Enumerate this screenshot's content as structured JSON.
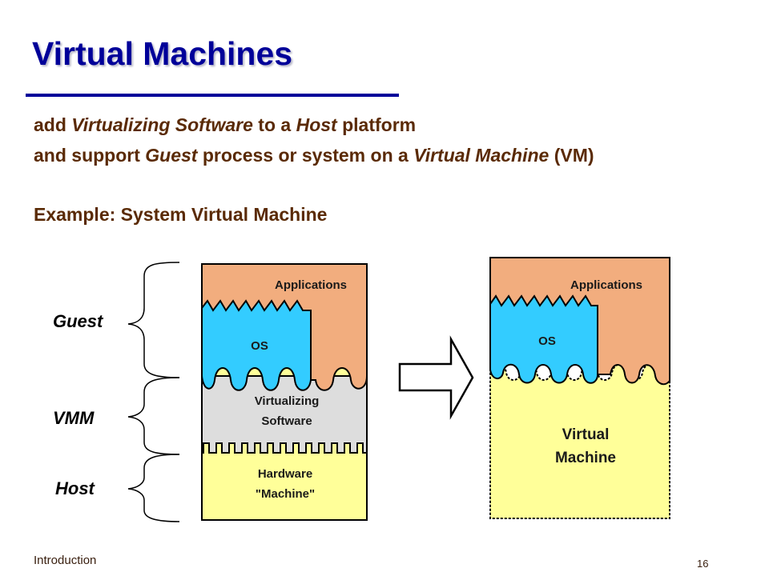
{
  "slide": {
    "title": "Virtual Machines",
    "body": {
      "line1": [
        {
          "text": "add ",
          "italic": false
        },
        {
          "text": "Virtualizing Software",
          "italic": true
        },
        {
          "text": " to a ",
          "italic": false
        },
        {
          "text": "Host",
          "italic": true
        },
        {
          "text": " platform",
          "italic": false
        }
      ],
      "line2": [
        {
          "text": "and support ",
          "italic": false
        },
        {
          "text": "Guest",
          "italic": true
        },
        {
          "text": " process or system on a ",
          "italic": false
        },
        {
          "text": "Virtual Machine",
          "italic": true
        },
        {
          "text": " (VM)",
          "italic": false
        }
      ],
      "line3": "Example: System Virtual Machine"
    },
    "footer": {
      "section": "Introduction",
      "page_number": "16"
    }
  },
  "diagram": {
    "side_labels": {
      "guest": "Guest",
      "vmm": "VMM",
      "host": "Host"
    },
    "left_stack": {
      "applications": "Applications",
      "os": "OS",
      "virtualizing_line1": "Virtualizing",
      "virtualizing_line2": "Software",
      "hardware_line1": "Hardware",
      "hardware_line2": "\"Machine\""
    },
    "right_stack": {
      "applications": "Applications",
      "os": "OS",
      "vm_line1": "Virtual",
      "vm_line2": "Machine"
    },
    "colors": {
      "title": "#000099",
      "body_text": "#5a2a05",
      "applications": "#f2ad7e",
      "os": "#33ccff",
      "virtualizing_software": "#dddddd",
      "hardware": "#ffff99",
      "virtual_machine": "#ffff99"
    }
  }
}
